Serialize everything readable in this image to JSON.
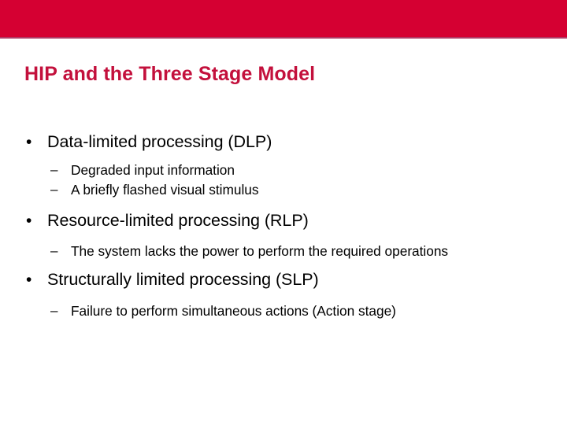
{
  "slide": {
    "title": "HIP and the Three Stage Model",
    "banner_color": "#d50032",
    "title_color": "#c3103c",
    "body_color": "#000000",
    "background_color": "#ffffff",
    "bullet_marker": "•",
    "sub_bullet_marker": "–",
    "content": [
      {
        "level1": "Data-limited processing (DLP)",
        "level2": [
          "Degraded input information",
          "A briefly flashed visual stimulus"
        ]
      },
      {
        "level1": "Resource-limited processing (RLP)",
        "level2": [
          "The system lacks the power to perform the required operations"
        ]
      },
      {
        "level1": "Structurally limited processing (SLP)",
        "level2": [
          "Failure to perform simultaneous actions (Action stage)"
        ]
      }
    ]
  }
}
